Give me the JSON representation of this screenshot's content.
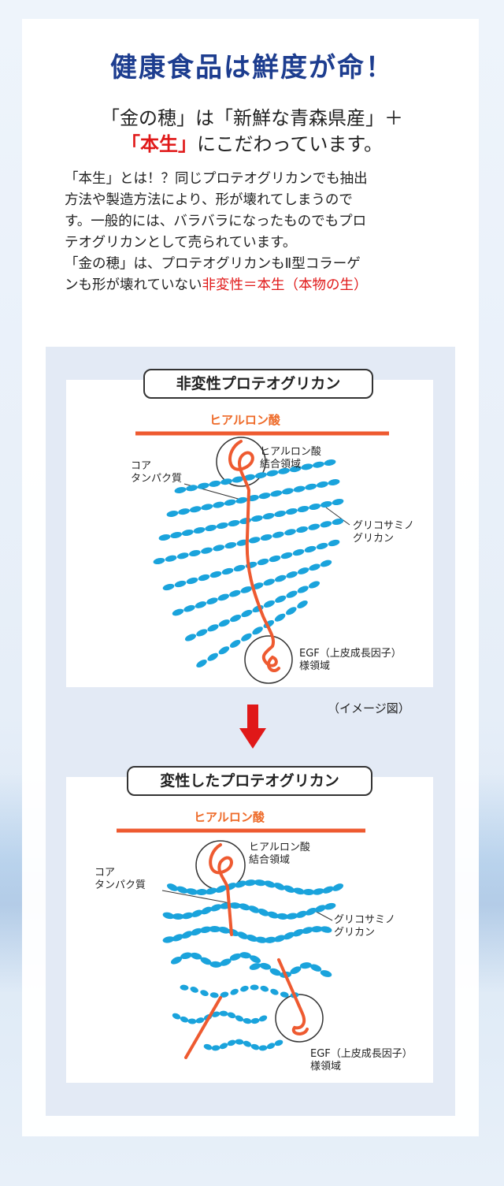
{
  "heading": {
    "title": "健康食品は鮮度が命！",
    "line1": "「金の穂」は「新鮮な青森県産」＋",
    "line2_red": "「本生」",
    "line2_rest": "にこだわっています。"
  },
  "body": {
    "l1": "「本生」とは！？同じプロテオグリカンでも抽出",
    "l2": "方法や製造方法により、形が壊れてしまうので",
    "l3": "す。一般的には、バラバラになったものでもプロ",
    "l4": "テオグリカンとして売られています。",
    "l5": "「金の穂」は、プロテオグリカンもⅡ型コラーゲ",
    "l6_normal": "ンも形が壊れていない",
    "l6_red": "非変性＝本生（本物の生）"
  },
  "diagram1": {
    "title": "非変性プロテオグリカン",
    "hyaluronic": "ヒアルロン酸",
    "bind_region_1": "ヒアルロン酸",
    "bind_region_2": "結合領域",
    "core_1": "コア",
    "core_2": "タンパク質",
    "gag_1": "グリコサミノ",
    "gag_2": "グリカン",
    "egf_1": "EGF（上皮成長因子）",
    "egf_2": "様領域"
  },
  "caption": "（イメージ図）",
  "diagram2": {
    "title": "変性したプロテオグリカン",
    "hyaluronic": "ヒアルロン酸",
    "bind_region_1": "ヒアルロン酸",
    "bind_region_2": "結合領域",
    "core_1": "コア",
    "core_2": "タンパク質",
    "gag_1": "グリコサミノ",
    "gag_2": "グリカン",
    "egf_1": "EGF（上皮成長因子）",
    "egf_2": "様領域"
  },
  "colors": {
    "title_blue": "#1d3d8f",
    "accent_red": "#e01818",
    "strand_orange": "#ee5a30",
    "bead_blue": "#1aa3dc"
  }
}
